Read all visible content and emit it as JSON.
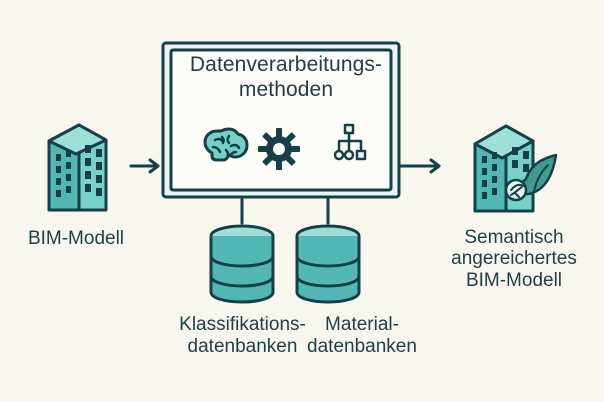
{
  "process_box": {
    "title_lines": [
      "Datenverarbeitungs-",
      "methoden"
    ],
    "icons": [
      "brain-icon",
      "gear-icon",
      "hierarchy-icon"
    ]
  },
  "input": {
    "label": "BIM-Modell",
    "icon": "building-icon"
  },
  "output": {
    "label_lines": [
      "Semantisch",
      "angereichertes",
      "BIM-Modell"
    ],
    "icon": "building-leaf-icon"
  },
  "databases": [
    {
      "label_lines": [
        "Klassifikations-",
        "datenbanken"
      ],
      "icon": "database-icon"
    },
    {
      "label_lines": [
        "Material-",
        "datenbanken"
      ],
      "icon": "database-icon"
    }
  ],
  "colors": {
    "background": "#f7f6ef",
    "outline": "#173f46",
    "teal_light": "#8fd6d1",
    "teal_mid": "#59b9b7",
    "teal_dark": "#3c9fa0",
    "panel": "#eaf5f1",
    "inner_box": "#fcfcf8",
    "leaf": "#3f9b8e"
  }
}
